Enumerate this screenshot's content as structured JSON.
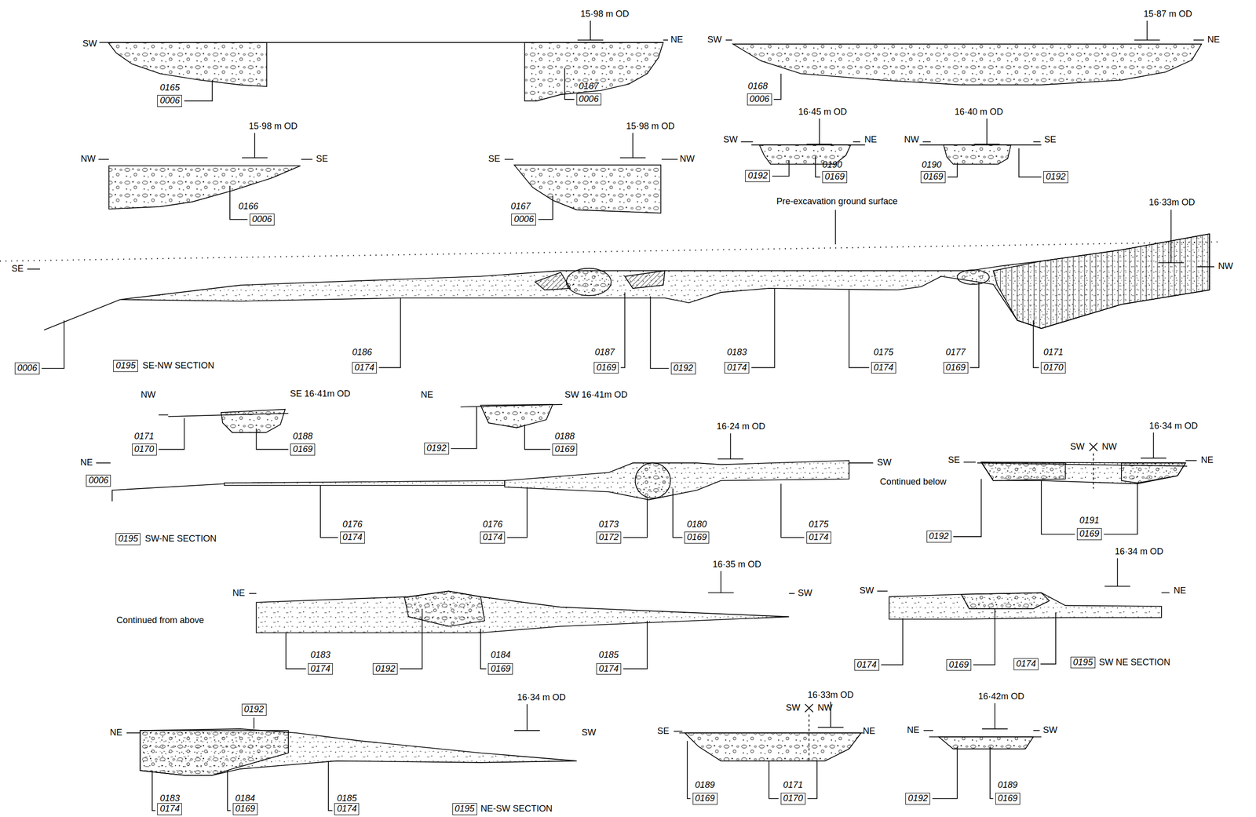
{
  "diagram": {
    "nodes": [
      {
        "text": [
          "0006"
        ]
      },
      {
        "text": [
          "0006"
        ]
      },
      {
        "text": [
          "0006"
        ]
      },
      {
        "text": [
          "0006"
        ]
      },
      {
        "text": [
          "0006"
        ]
      },
      {
        "text": [
          "0192"
        ]
      },
      {
        "text": [
          "0169"
        ]
      },
      {
        "text": [
          "0169"
        ]
      },
      {
        "text": [
          "0192"
        ]
      },
      {
        "text": [
          "0006"
        ]
      },
      {
        "text": [
          "0195"
        ]
      },
      {
        "text": [
          "0174"
        ]
      },
      {
        "text": [
          "0169"
        ]
      },
      {
        "text": [
          "0192"
        ]
      },
      {
        "text": [
          "0174"
        ]
      },
      {
        "text": [
          "0174"
        ]
      },
      {
        "text": [
          "0169"
        ]
      },
      {
        "text": [
          "0170"
        ]
      },
      {
        "text": [
          "0170"
        ]
      },
      {
        "text": [
          "0169"
        ]
      },
      {
        "text": [
          "0192"
        ]
      },
      {
        "text": [
          "0169"
        ]
      },
      {
        "text": [
          "0006"
        ]
      },
      {
        "text": [
          "0174"
        ]
      },
      {
        "text": [
          "0174"
        ]
      },
      {
        "text": [
          "0172"
        ]
      },
      {
        "text": [
          "0169"
        ]
      },
      {
        "text": [
          "0174"
        ]
      },
      {
        "text": [
          "0195"
        ]
      },
      {
        "text": [
          "0192"
        ]
      },
      {
        "text": [
          "0169"
        ]
      },
      {
        "text": [
          "0174"
        ]
      },
      {
        "text": [
          "0192"
        ]
      },
      {
        "text": [
          "0169"
        ]
      },
      {
        "text": [
          "0174"
        ]
      },
      {
        "text": [
          "0174"
        ]
      },
      {
        "text": [
          "0169"
        ]
      },
      {
        "text": [
          "0174"
        ]
      },
      {
        "text": [
          "0195"
        ]
      },
      {
        "text": [
          "0192"
        ]
      },
      {
        "text": [
          "0174"
        ]
      },
      {
        "text": [
          "0169"
        ]
      },
      {
        "text": [
          "0174"
        ]
      },
      {
        "text": [
          "0195"
        ]
      },
      {
        "text": [
          "0169"
        ]
      },
      {
        "text": [
          "0170"
        ]
      },
      {
        "text": [
          "0192"
        ]
      },
      {
        "text": [
          "0169"
        ]
      }
    ],
    "labels": [
      "15·98 m OD",
      "SW",
      "NE",
      "0165",
      "0167",
      "15·87 m OD",
      "SW",
      "NE",
      "0168",
      "15·98 m OD",
      "NW",
      "SE",
      "0166",
      "15·98 m OD",
      "SE",
      "NW",
      "0167",
      "16·45 m OD",
      "SW",
      "NE",
      "0190",
      "16·40 m OD",
      "NW",
      "SE",
      "0190",
      "Pre-excavation ground surface",
      "16·33m OD",
      "SE",
      "NW",
      "SE-NW SECTION",
      "0186",
      "0187",
      "0183",
      "0175",
      "0177",
      "0171",
      "NW",
      "SE 16·41m OD",
      "0171",
      "0188",
      "NE",
      "SW 16·41m OD",
      "0188",
      "16·24 m OD",
      "NE",
      "SW",
      "0176",
      "0176",
      "0173",
      "0180",
      "0175",
      "Continued below",
      "SW-NE SECTION",
      "SE",
      "SW",
      "NW",
      "16·34 m OD",
      "NE",
      "0191",
      "16·35 m OD",
      "NE",
      "SW",
      "Continued from above",
      "0183",
      "0184",
      "0185",
      "16·34 m OD",
      "SW",
      "NE",
      "SW NE SECTION",
      "16·34 m OD",
      "NE",
      "SW",
      "0183",
      "0184",
      "0185",
      "NE-SW SECTION",
      "16·33m OD",
      "SE",
      "SW",
      "NW",
      "NE",
      "0189",
      "0171",
      "16·42m OD",
      "NE",
      "SW",
      "0189"
    ]
  }
}
